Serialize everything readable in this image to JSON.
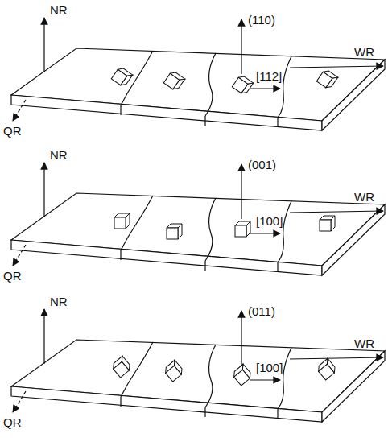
{
  "diagram": {
    "labels": [
      "NR",
      "(110)",
      "WR",
      "[112]",
      "QR",
      "NR",
      "(001)",
      "WR",
      "[100]",
      "QR",
      "NR",
      "(011)",
      "WR",
      "[100]",
      "QR"
    ]
  }
}
